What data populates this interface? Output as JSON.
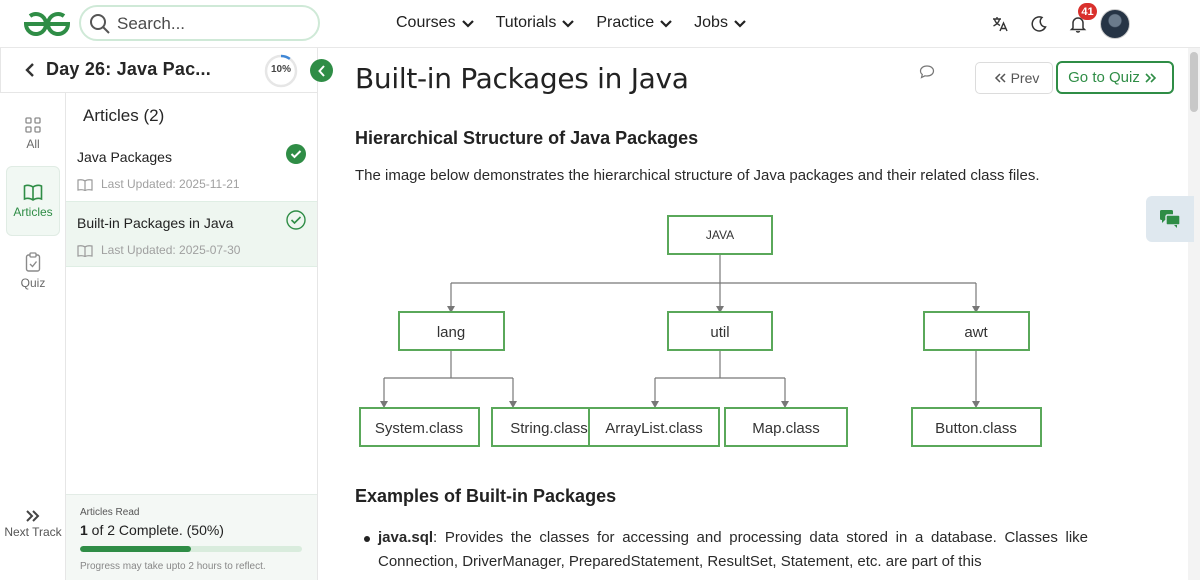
{
  "header": {
    "search_placeholder": "Search...",
    "nav": [
      {
        "label": "Courses"
      },
      {
        "label": "Tutorials"
      },
      {
        "label": "Practice"
      },
      {
        "label": "Jobs"
      }
    ],
    "notification_count": "41",
    "brand_color": "#2f8d46"
  },
  "course": {
    "title": "Day 26: Java Pac...",
    "progress": "10%"
  },
  "rail": {
    "all": "All",
    "articles": "Articles",
    "quiz": "Quiz",
    "next_track": "Next Track"
  },
  "panel": {
    "heading": "Articles (2)",
    "articles": [
      {
        "title": "Java Packages",
        "updated": "Last Updated: 2025-11-21",
        "status": "completed"
      },
      {
        "title": "Built-in Packages in Java",
        "updated": "Last Updated: 2025-07-30",
        "status": "current"
      }
    ],
    "read_label": "Articles Read",
    "read_count": "1",
    "read_suffix": " of 2 Complete. (50%)",
    "read_fraction": 0.5,
    "read_note": "Progress may take upto 2 hours to reflect."
  },
  "article": {
    "title": "Built-in Packages in Java",
    "prev_label": "Prev",
    "quiz_label": "Go to Quiz",
    "section1": "Hierarchical Structure of Java Packages",
    "intro": "The image below demonstrates the hierarchical structure of Java packages and their related class files.",
    "diagram": {
      "root": "JAVA",
      "packages": [
        "lang",
        "util",
        "awt"
      ],
      "classes": [
        "System.class",
        "String.class",
        "ArrayList.class",
        "Map.class",
        "Button.class"
      ]
    },
    "section2": "Examples of Built-in Packages",
    "bullet_term": "java.sql",
    "bullet_text": ": Provides the classes for accessing and processing data stored in a database. Classes like Connection, DriverManager, PreparedStatement, ResultSet, Statement, etc. are part of this"
  }
}
